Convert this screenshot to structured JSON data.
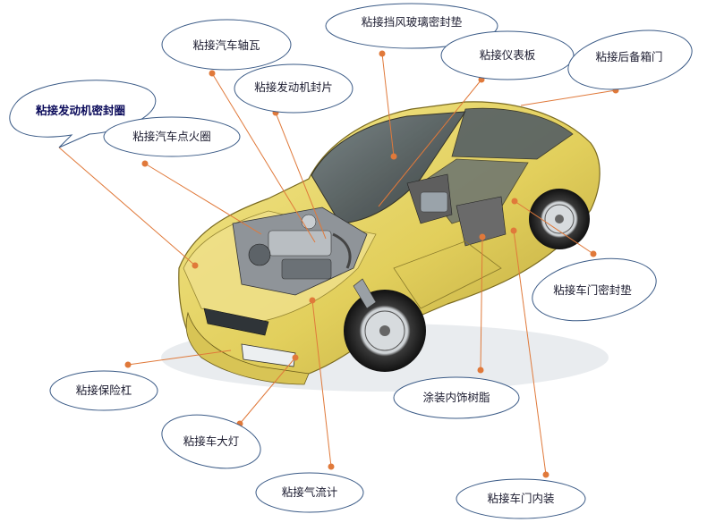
{
  "labels": {
    "engine_cover_seal": "粘接发动机密封圈",
    "ignition_coil": "粘接汽车点火圈",
    "bearing_shell": "粘接汽车轴瓦",
    "engine_seal": "粘接发动机封片",
    "windshield_seal": "粘接挡风玻璃密封垫",
    "dashboard": "粘接仪表板",
    "trunk_door": "粘接后备箱门",
    "door_seal": "粘接车门密封垫",
    "interior_resin": "涂装内饰树脂",
    "door_interior": "粘接车门内装",
    "bumper": "粘接保险杠",
    "headlight": "粘接车大灯",
    "airflow_meter": "粘接气流计"
  },
  "colors": {
    "body_yellow": "#e8d66a",
    "leader_orange": "#e0793a",
    "bubble_border": "#3a5a86"
  }
}
